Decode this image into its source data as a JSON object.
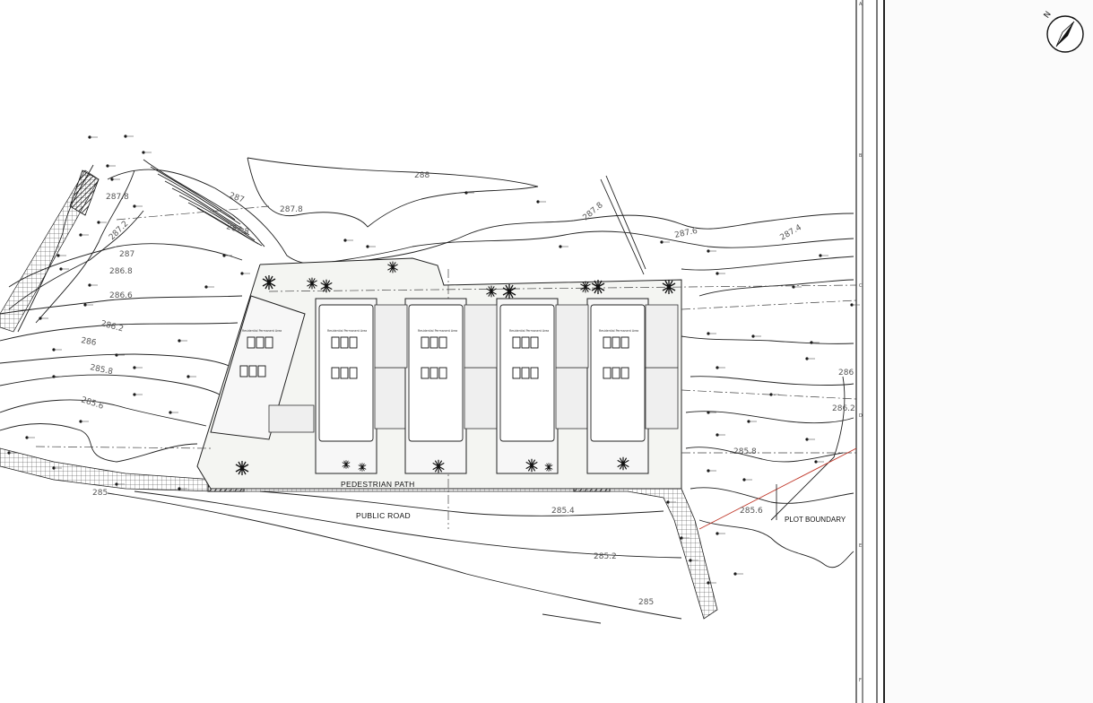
{
  "drawing": {
    "contour_labels": [
      "287.8",
      "287",
      "287.8",
      "287.8",
      "287.2",
      "287",
      "286.8",
      "286.6",
      "286.2",
      "286",
      "285.8",
      "285.6",
      "288",
      "287.6",
      "287.4",
      "286",
      "286.2",
      "285.8",
      "285.6",
      "285.4",
      "285.2",
      "285",
      "285"
    ],
    "road_label": "PUBLIC ROAD",
    "path_label": "PEDESTRIAN PATH",
    "plot_label": "PLOT BOUNDARY",
    "unit_label": "Residential Permanent Area",
    "north_label": "N",
    "frame_ticks": [
      "A",
      "B",
      "C",
      "D",
      "E",
      "F"
    ]
  },
  "colors": {
    "line": "#222222",
    "fill": "#f2f2f2",
    "plot_boundary": "#c0392b"
  }
}
